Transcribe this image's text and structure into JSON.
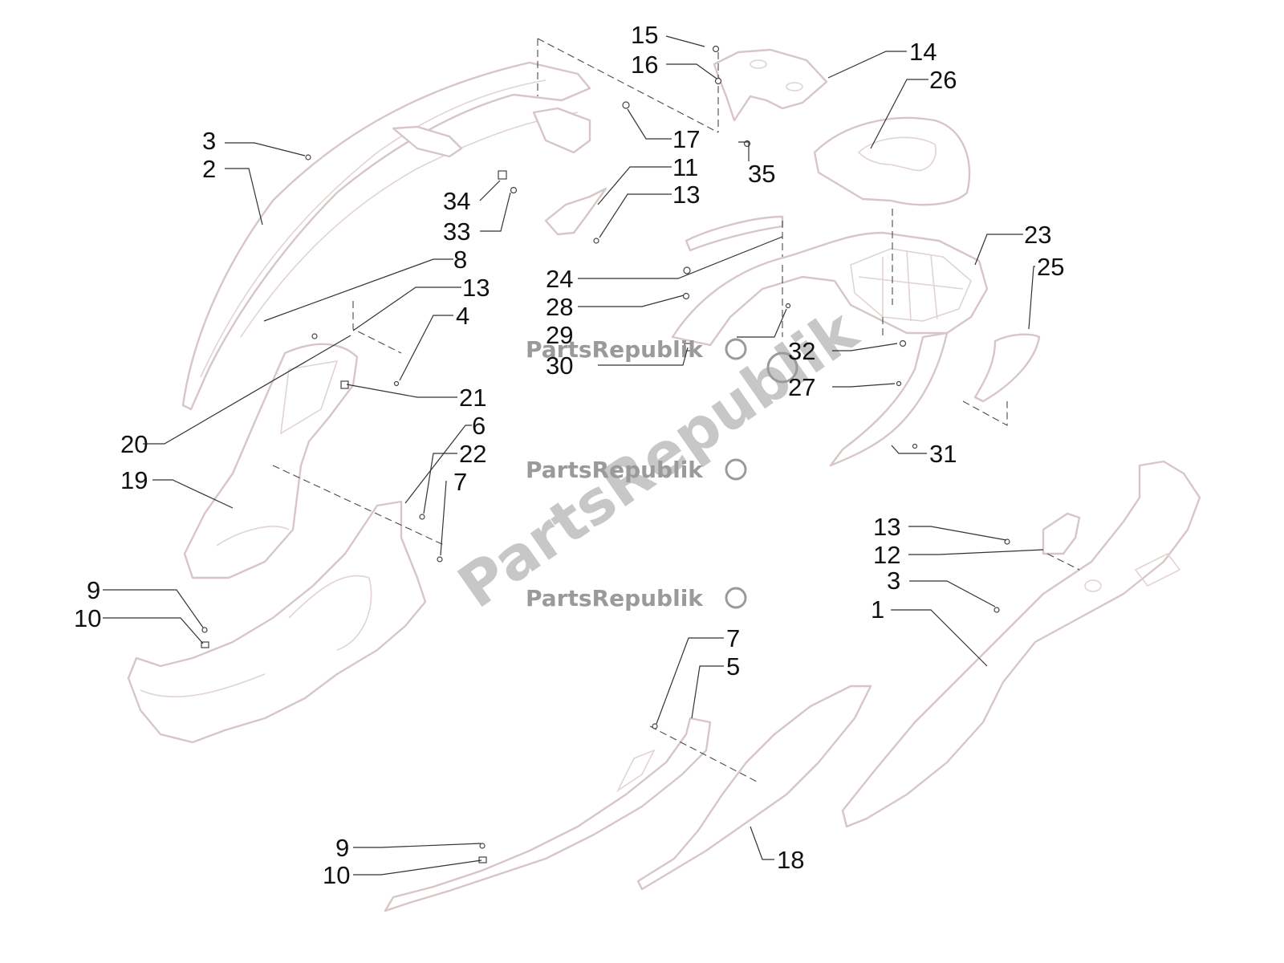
{
  "watermark": {
    "brand": "PartsRepublik",
    "stamps": [
      {
        "name": "watermark-stamp-top"
      },
      {
        "name": "watermark-stamp-middle"
      },
      {
        "name": "watermark-stamp-bottom"
      }
    ],
    "diagonal": "PartsRepublik",
    "icon": "gear-icon"
  },
  "callouts": [
    {
      "label": "1"
    },
    {
      "label": "2"
    },
    {
      "label": "3"
    },
    {
      "label": "3"
    },
    {
      "label": "4"
    },
    {
      "label": "5"
    },
    {
      "label": "6"
    },
    {
      "label": "7"
    },
    {
      "label": "7"
    },
    {
      "label": "8"
    },
    {
      "label": "9"
    },
    {
      "label": "9"
    },
    {
      "label": "10"
    },
    {
      "label": "10"
    },
    {
      "label": "11"
    },
    {
      "label": "12"
    },
    {
      "label": "13"
    },
    {
      "label": "13"
    },
    {
      "label": "13"
    },
    {
      "label": "14"
    },
    {
      "label": "15"
    },
    {
      "label": "16"
    },
    {
      "label": "17"
    },
    {
      "label": "18"
    },
    {
      "label": "19"
    },
    {
      "label": "20"
    },
    {
      "label": "21"
    },
    {
      "label": "22"
    },
    {
      "label": "23"
    },
    {
      "label": "24"
    },
    {
      "label": "25"
    },
    {
      "label": "26"
    },
    {
      "label": "27"
    },
    {
      "label": "28"
    },
    {
      "label": "29"
    },
    {
      "label": "30"
    },
    {
      "label": "31"
    },
    {
      "label": "32"
    },
    {
      "label": "33"
    },
    {
      "label": "34"
    },
    {
      "label": "35"
    }
  ]
}
